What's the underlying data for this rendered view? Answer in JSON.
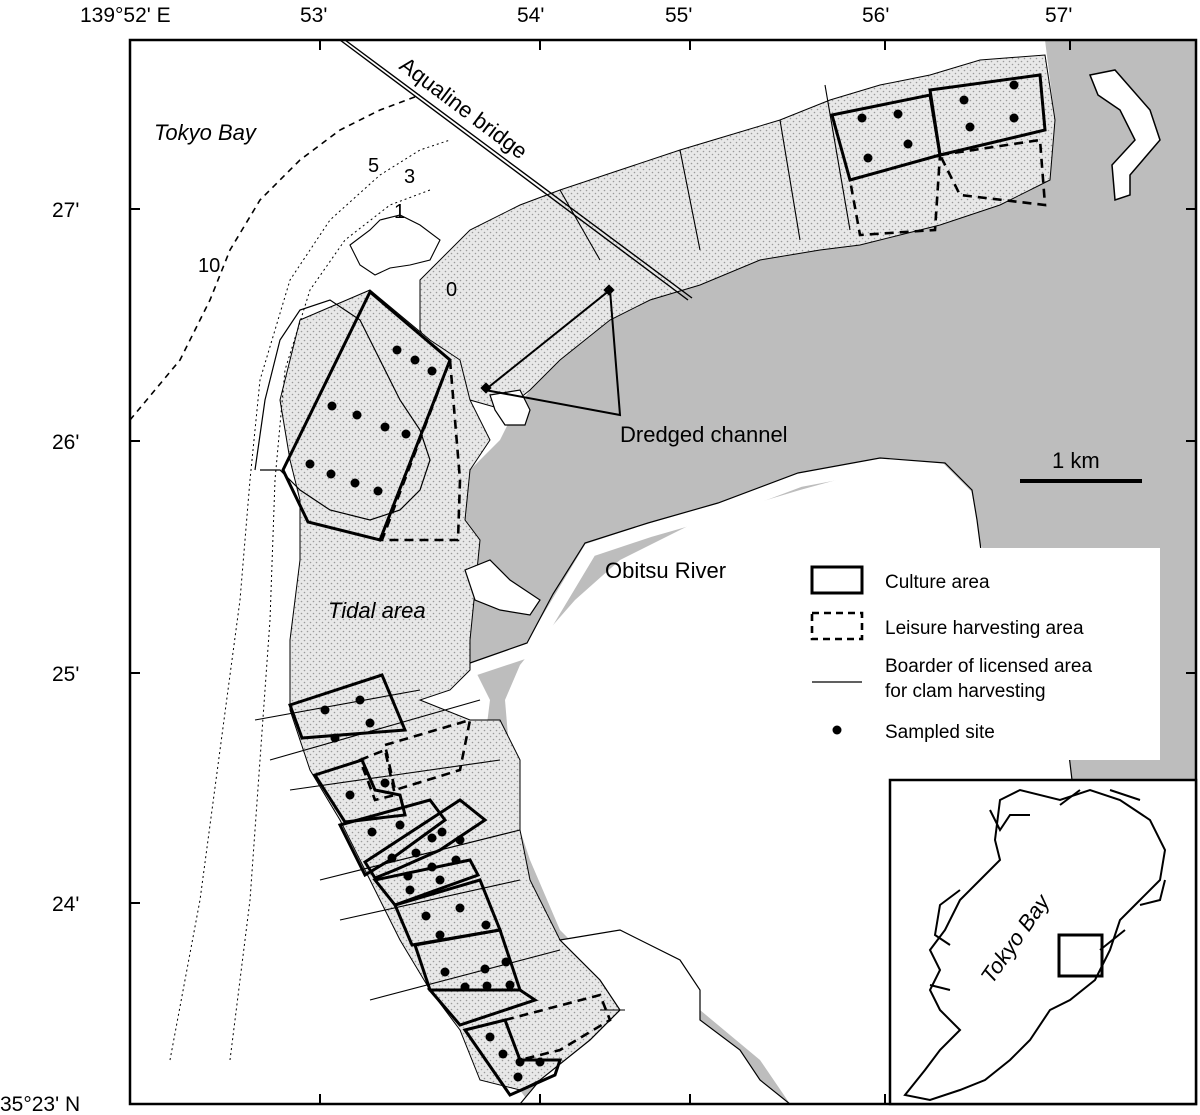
{
  "map": {
    "lon_ticks": [
      "139°52' E",
      "53'",
      "54'",
      "55'",
      "56'",
      "57'"
    ],
    "lat_ticks": [
      "27'",
      "26'",
      "25'",
      "24'",
      "35°23' N"
    ],
    "depth_contours": [
      "10",
      "5",
      "3",
      "1",
      "0"
    ],
    "places": {
      "tokyo_bay": "Tokyo Bay",
      "aqualine_bridge": "Aqualine bridge",
      "dredged_channel": "Dredged channel",
      "obitsu_river": "Obitsu River",
      "tidal_area": "Tidal area"
    },
    "scale_bar": "1 km",
    "legend": {
      "culture_area": "Culture area",
      "leisure_area": "Leisure harvesting area",
      "border_line1": "Boarder of licensed area",
      "border_line2": "for clam harvesting",
      "sampled_site": "Sampled site"
    },
    "inset": {
      "label": "Tokyo Bay"
    },
    "colors": {
      "sea": "#bdbdbd",
      "land": "#ffffff",
      "tidal_flat": "#e6e6e6",
      "line": "#000000"
    }
  }
}
